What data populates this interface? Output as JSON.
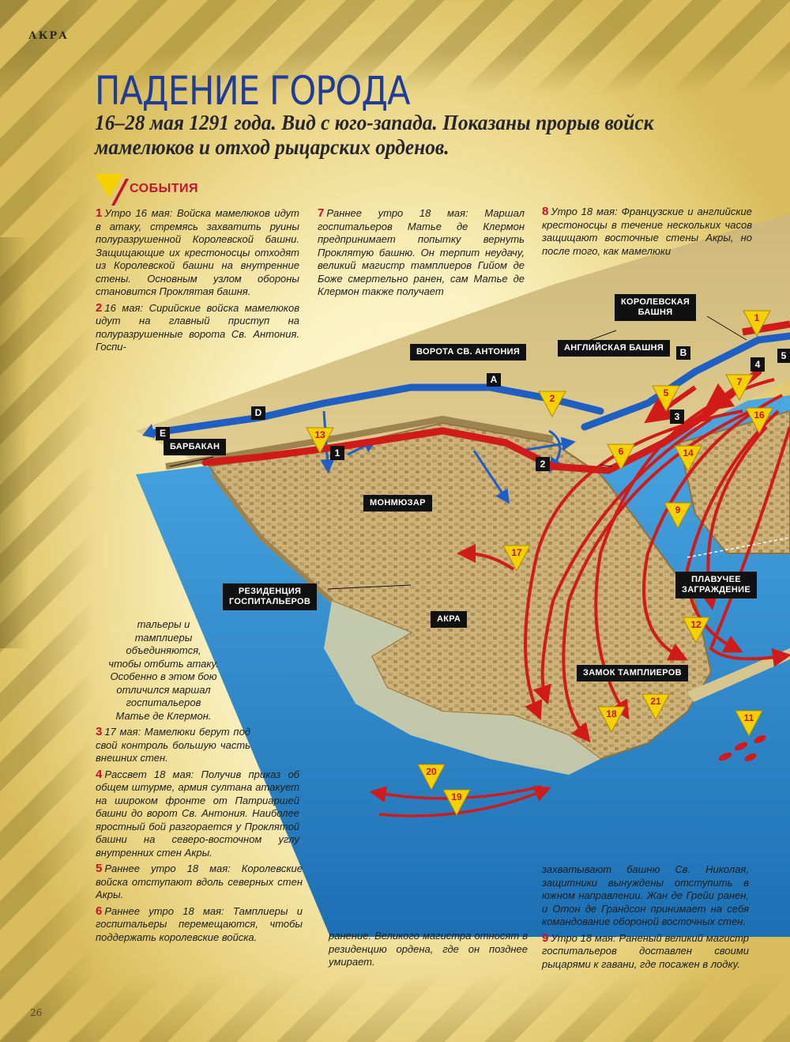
{
  "header": {
    "section": "АКРА",
    "page_number": "26"
  },
  "title": "ПАДЕНИЕ ГОРОДА",
  "subtitle": "16–28 мая 1291 года. Вид с юго-запада. Показаны прорыв войск мамелюков и отход рыцарских орденов.",
  "events_heading": "СОБЫТИЯ",
  "events": {
    "e1": {
      "num": "1",
      "text": "Утро 16 мая: Войска мамелюков идут в атаку, стремясь захватить руины полуразрушенной Королевской башни. Защищающие их крестоносцы отходят из Королевской башни на внутренние стены. Основным узлом обороны становится Проклятая башня."
    },
    "e2": {
      "num": "2",
      "text": "16 мая: Сирийские войска мамелюков идут на главный приступ на полуразрушенные ворота Св. Антония. Госпи-"
    },
    "e2_cont": "тальеры и тамплиеры объединяются, чтобы отбить атаку. Особенно в этом бою отличился маршал госпитальеров Матье де Клермон.",
    "e3": {
      "num": "3",
      "text": "17 мая: Мамелюки берут под свой контроль большую часть внешних стен."
    },
    "e4": {
      "num": "4",
      "text": "Рассвет 18 мая: Получив приказ об общем штурме, армия султана атакует на широком фронте от Патриаршей башни до ворот Св. Антония. Наиболее яростный бой разгорается у Проклятой башни на северо-восточном углу внутренних стен Акры."
    },
    "e5": {
      "num": "5",
      "text": "Раннее утро 18 мая: Королевские войска отступают вдоль северных стен Акры."
    },
    "e6": {
      "num": "6",
      "text": "Раннее утро 18 мая: Тамплиеры и госпитальеры перемещаются, чтобы поддержать королевские войска."
    },
    "e7": {
      "num": "7",
      "text": "Раннее утро 18 мая: Маршал госпитальеров Матье де Клермон предпринимает попытку вернуть Проклятую башню. Он терпит неудачу, великий магистр тамплиеров Гийом де Боже смертельно ранен, сам Матье де Клермон также получает"
    },
    "e7_cont": "ранение. Великого магистра относят в резиденцию ордена, где он позднее умирает.",
    "e8": {
      "num": "8",
      "text": "Утро 18 мая: Французские и английские крестоносцы в течение нескольких часов защищают восточные стены Акры, но после того, как мамелюки"
    },
    "e8_cont": "захватывают башню Св. Николая, защитники вынуждены отступить в южном направлении. Жан де Грейи ранен, и Отон де Грандсон принимает на себя командование обороной восточных стен.",
    "e9": {
      "num": "9",
      "text": "Утро 18 мая: Раненый великий магистр госпитальеров доставлен своими рыцарями к гавани, где посажен в лодку."
    }
  },
  "map": {
    "labels": {
      "royal_tower": "КОРОЛЕВСКАЯ\nБАШНЯ",
      "english_tower": "АНГЛИЙСКАЯ БАШНЯ",
      "st_anthony_gate": "ВОРОТА СВ. АНТОНИЯ",
      "barbican": "БАРБАКАН",
      "montmusard": "МОНМЮЗАР",
      "hospitaller_residence": "РЕЗИДЕНЦИЯ\nГОСПИТАЛЬЕРОВ",
      "acre": "АКРА",
      "floating_barrier": "ПЛАВУЧЕЕ\nЗАГРАЖДЕНИЕ",
      "templar_castle": "ЗАМОК ТАМПЛИЕРОВ"
    },
    "letters": [
      "A",
      "B",
      "D",
      "E"
    ],
    "square_markers": [
      "1",
      "2",
      "3",
      "4",
      "5"
    ],
    "triangle_markers": [
      "1",
      "2",
      "5",
      "6",
      "7",
      "9",
      "11",
      "12",
      "13",
      "14",
      "16",
      "17",
      "18",
      "19",
      "20",
      "21"
    ],
    "colors": {
      "mameluke_arrows": "#1f5fc4",
      "crusader_arrows": "#d11a1a",
      "sea": "#2a8fd0",
      "land": "#d9c48a",
      "marker": "#f5d100"
    }
  }
}
